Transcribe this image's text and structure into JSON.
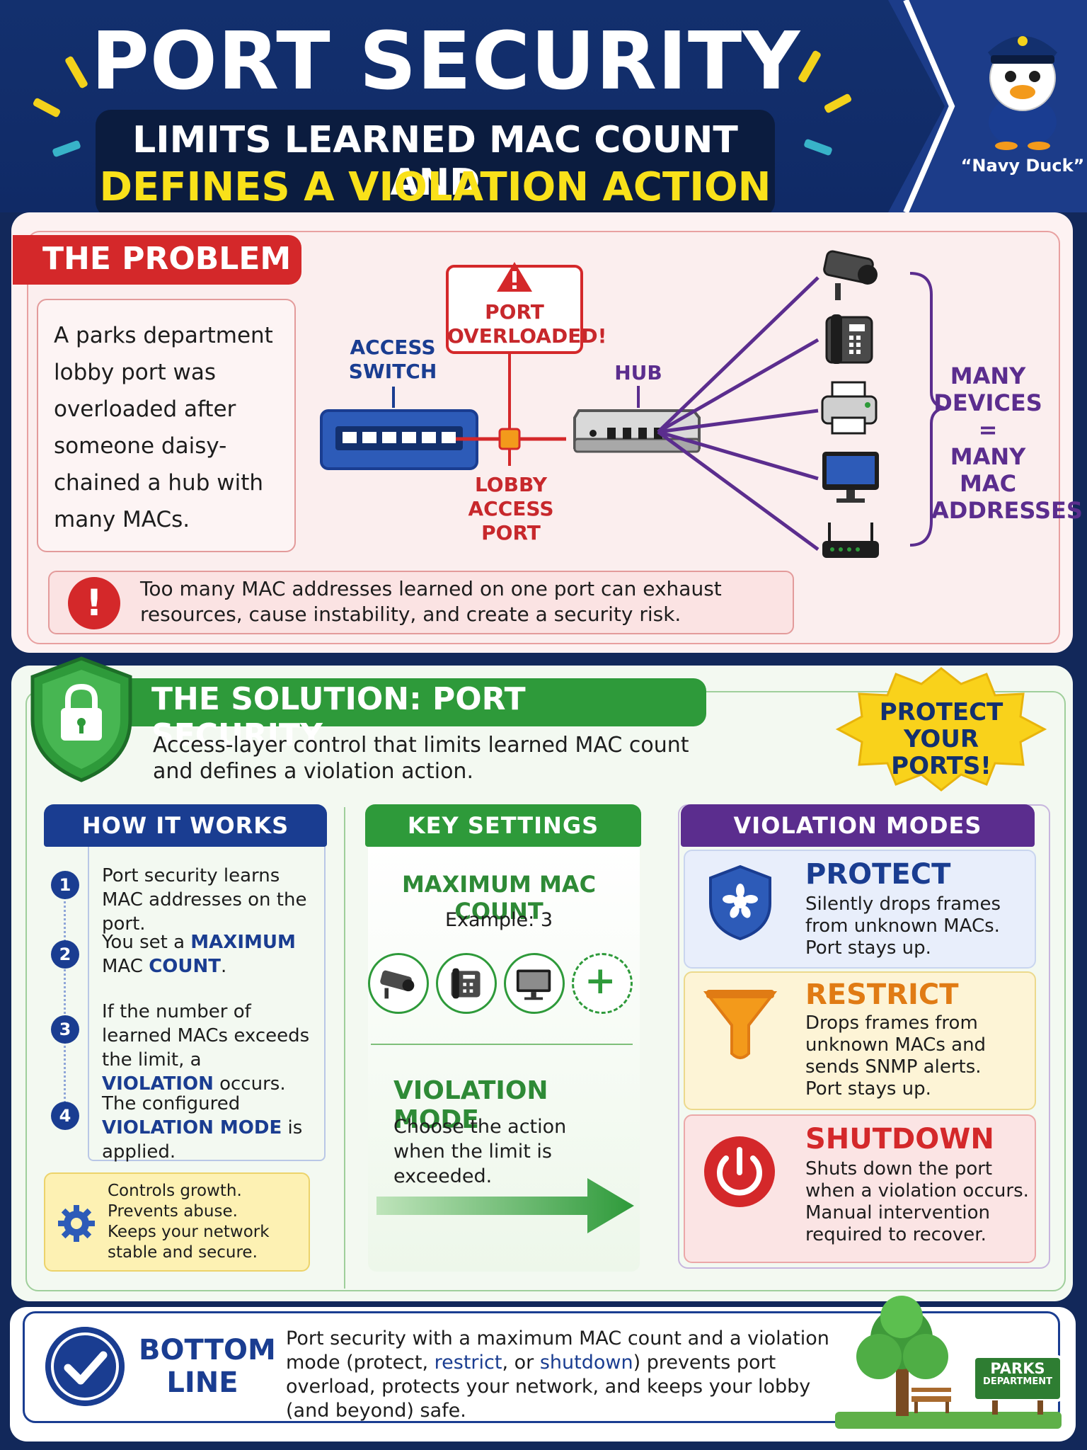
{
  "header": {
    "title": "PORT SECURITY",
    "subtitle_line1": "LIMITS LEARNED MAC COUNT AND",
    "subtitle_line2": "DEFINES A VIOLATION ACTION",
    "mascot_caption": "“Navy Duck”"
  },
  "problem": {
    "tab": "THE PROBLEM",
    "story": "A parks department lobby port was overloaded after someone daisy-chained a hub with many MACs.",
    "diagram": {
      "access_switch_line1": "ACCESS",
      "access_switch_line2": "SWITCH",
      "overload_line1": "PORT",
      "overload_line2": "OVERLOADED!",
      "hub": "HUB",
      "lobby_line1": "LOBBY",
      "lobby_line2": "ACCESS PORT",
      "devices_line1": "MANY",
      "devices_line2": "DEVICES =",
      "devices_line3": "MANY MAC",
      "devices_line4": "ADDRESSES"
    },
    "warning": "Too many MAC addresses learned on one port can exhaust resources, cause instability, and create a security risk."
  },
  "solution": {
    "tab": "THE SOLUTION: PORT SECURITY",
    "description": "Access-layer control that limits learned MAC count and defines a violation action.",
    "badge_line1": "PROTECT",
    "badge_line2": "YOUR PORTS!",
    "how_it_works": {
      "header": "HOW IT WORKS",
      "step1": "Port security learns MAC addresses on the port.",
      "step2_a": "You set a ",
      "step2_b": "MAXIMUM",
      "step2_c": "MAC ",
      "step2_d": "COUNT",
      "step2_e": ".",
      "step3_a": "If the number of learned MACs exceeds the limit, a ",
      "step3_b": "VIOLATION",
      "step3_c": " occurs.",
      "step4_a": "The configured ",
      "step4_b": "VIOLATION MODE",
      "step4_c": " is applied.",
      "nums": [
        "1",
        "2",
        "3",
        "4"
      ],
      "note": "Controls growth.\nPrevents abuse.\nKeeps your network stable and secure."
    },
    "key_settings": {
      "header": "KEY SETTINGS",
      "max_title": "MAXIMUM MAC COUNT",
      "max_example": "Example: 3",
      "mode_title": "VIOLATION MODE",
      "mode_desc": "Choose the action when the limit is exceeded."
    },
    "violation_modes": {
      "header": "VIOLATION MODES",
      "protect_title": "PROTECT",
      "protect_desc": "Silently drops frames from unknown MACs.\nPort stays up.",
      "restrict_title": "RESTRICT",
      "restrict_desc": "Drops frames from unknown MACs and sends SNMP alerts.\nPort stays up.",
      "shutdown_title": "SHUTDOWN",
      "shutdown_desc": "Shuts down the port when a violation occurs. Manual intervention required to recover."
    }
  },
  "bottom_line": {
    "label_line1": "BOTTOM",
    "label_line2": "LINE",
    "text_a": "Port security with a maximum MAC count and a violation mode (protect, ",
    "text_b": "restrict",
    "text_c": ", or ",
    "text_d": "shutdown",
    "text_e": ") prevents port overload, protects your network, and keeps your lobby (and beyond) safe.",
    "sign_line1": "PARKS",
    "sign_line2": "DEPARTMENT"
  },
  "colors": {
    "navy": "#13306e",
    "red": "#d4282a",
    "green": "#2e9a3a",
    "purple": "#5b2d8e",
    "yellow": "#f9e11a",
    "orange": "#e07b14"
  }
}
